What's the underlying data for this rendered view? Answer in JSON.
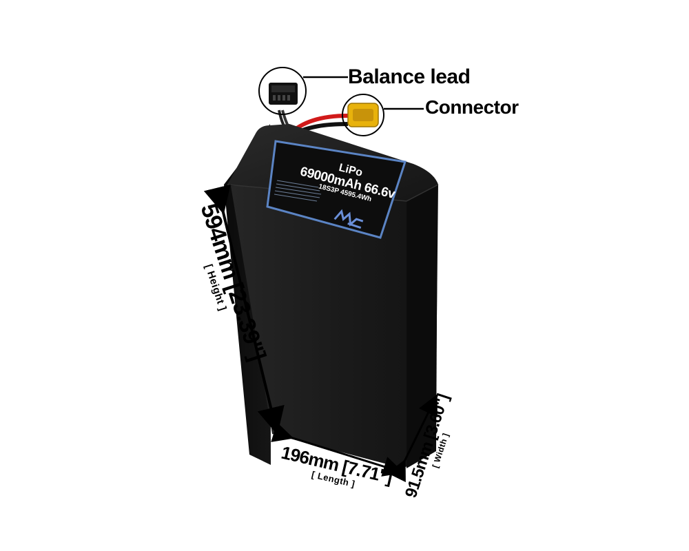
{
  "callouts": {
    "balance_lead": "Balance lead",
    "connector": "Connector"
  },
  "label": {
    "chemistry": "LiPo",
    "capacity_voltage": "69000mAh 66.6v",
    "config_energy": "18S3P 4595.4Wh"
  },
  "dimensions": {
    "height": {
      "value": "594mm [23.39\"]",
      "caption": "[ Height ]"
    },
    "length": {
      "value": "196mm [7.71\"]",
      "caption": "[ Length ]"
    },
    "width": {
      "value": "91.5mm [3.60\"]",
      "caption": "[ Width ]"
    }
  },
  "colors": {
    "battery_body": "#1a1a1a",
    "label_panel": "#0d0d0d",
    "label_border": "#5b84c4",
    "connector_yellow": "#e8b20c",
    "wire_red": "#d11a1a"
  },
  "icons": {
    "logo": "maxamps-logo"
  }
}
